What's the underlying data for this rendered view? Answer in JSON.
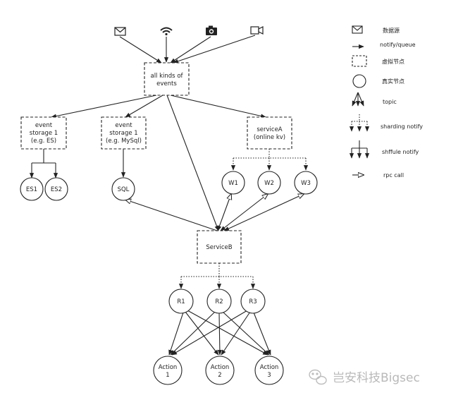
{
  "sources": [
    {
      "icon": "mail-icon"
    },
    {
      "icon": "wifi-icon"
    },
    {
      "icon": "camera-icon"
    },
    {
      "icon": "video-camera-icon"
    }
  ],
  "nodes": {
    "events": {
      "lines": [
        "all kinds of",
        "events"
      ]
    },
    "es_store": {
      "lines": [
        "event",
        "storage 1",
        "(e.g. ES)"
      ]
    },
    "sql_store": {
      "lines": [
        "event",
        "storage 1",
        "(e.g. MySql)"
      ]
    },
    "serviceA": {
      "lines": [
        "serviceA",
        "(online kv)"
      ]
    },
    "serviceB": {
      "lines": [
        "ServiceB"
      ]
    },
    "es1": {
      "lines": [
        "ES1"
      ]
    },
    "es2": {
      "lines": [
        "ES2"
      ]
    },
    "sql": {
      "lines": [
        "SQL"
      ]
    },
    "w1": {
      "lines": [
        "W1"
      ]
    },
    "w2": {
      "lines": [
        "W2"
      ]
    },
    "w3": {
      "lines": [
        "W3"
      ]
    },
    "r1": {
      "lines": [
        "R1"
      ]
    },
    "r2": {
      "lines": [
        "R2"
      ]
    },
    "r3": {
      "lines": [
        "R3"
      ]
    },
    "action1": {
      "lines": [
        "Action",
        "1"
      ]
    },
    "action2": {
      "lines": [
        "Action",
        "2"
      ]
    },
    "action3": {
      "lines": [
        "Action",
        "3"
      ]
    }
  },
  "legend": {
    "data_source": "数据源",
    "notify_queue": "notify/queue",
    "virtual_node": "虚拟节点",
    "real_node": "真实节点",
    "topic": "topic",
    "sharding_notify": "sharding notify",
    "shuffle_notify": "shffule notify",
    "rpc_call": "rpc call"
  },
  "watermark": {
    "text": "岂安科技Bigsec",
    "icon": "wechat-icon"
  }
}
